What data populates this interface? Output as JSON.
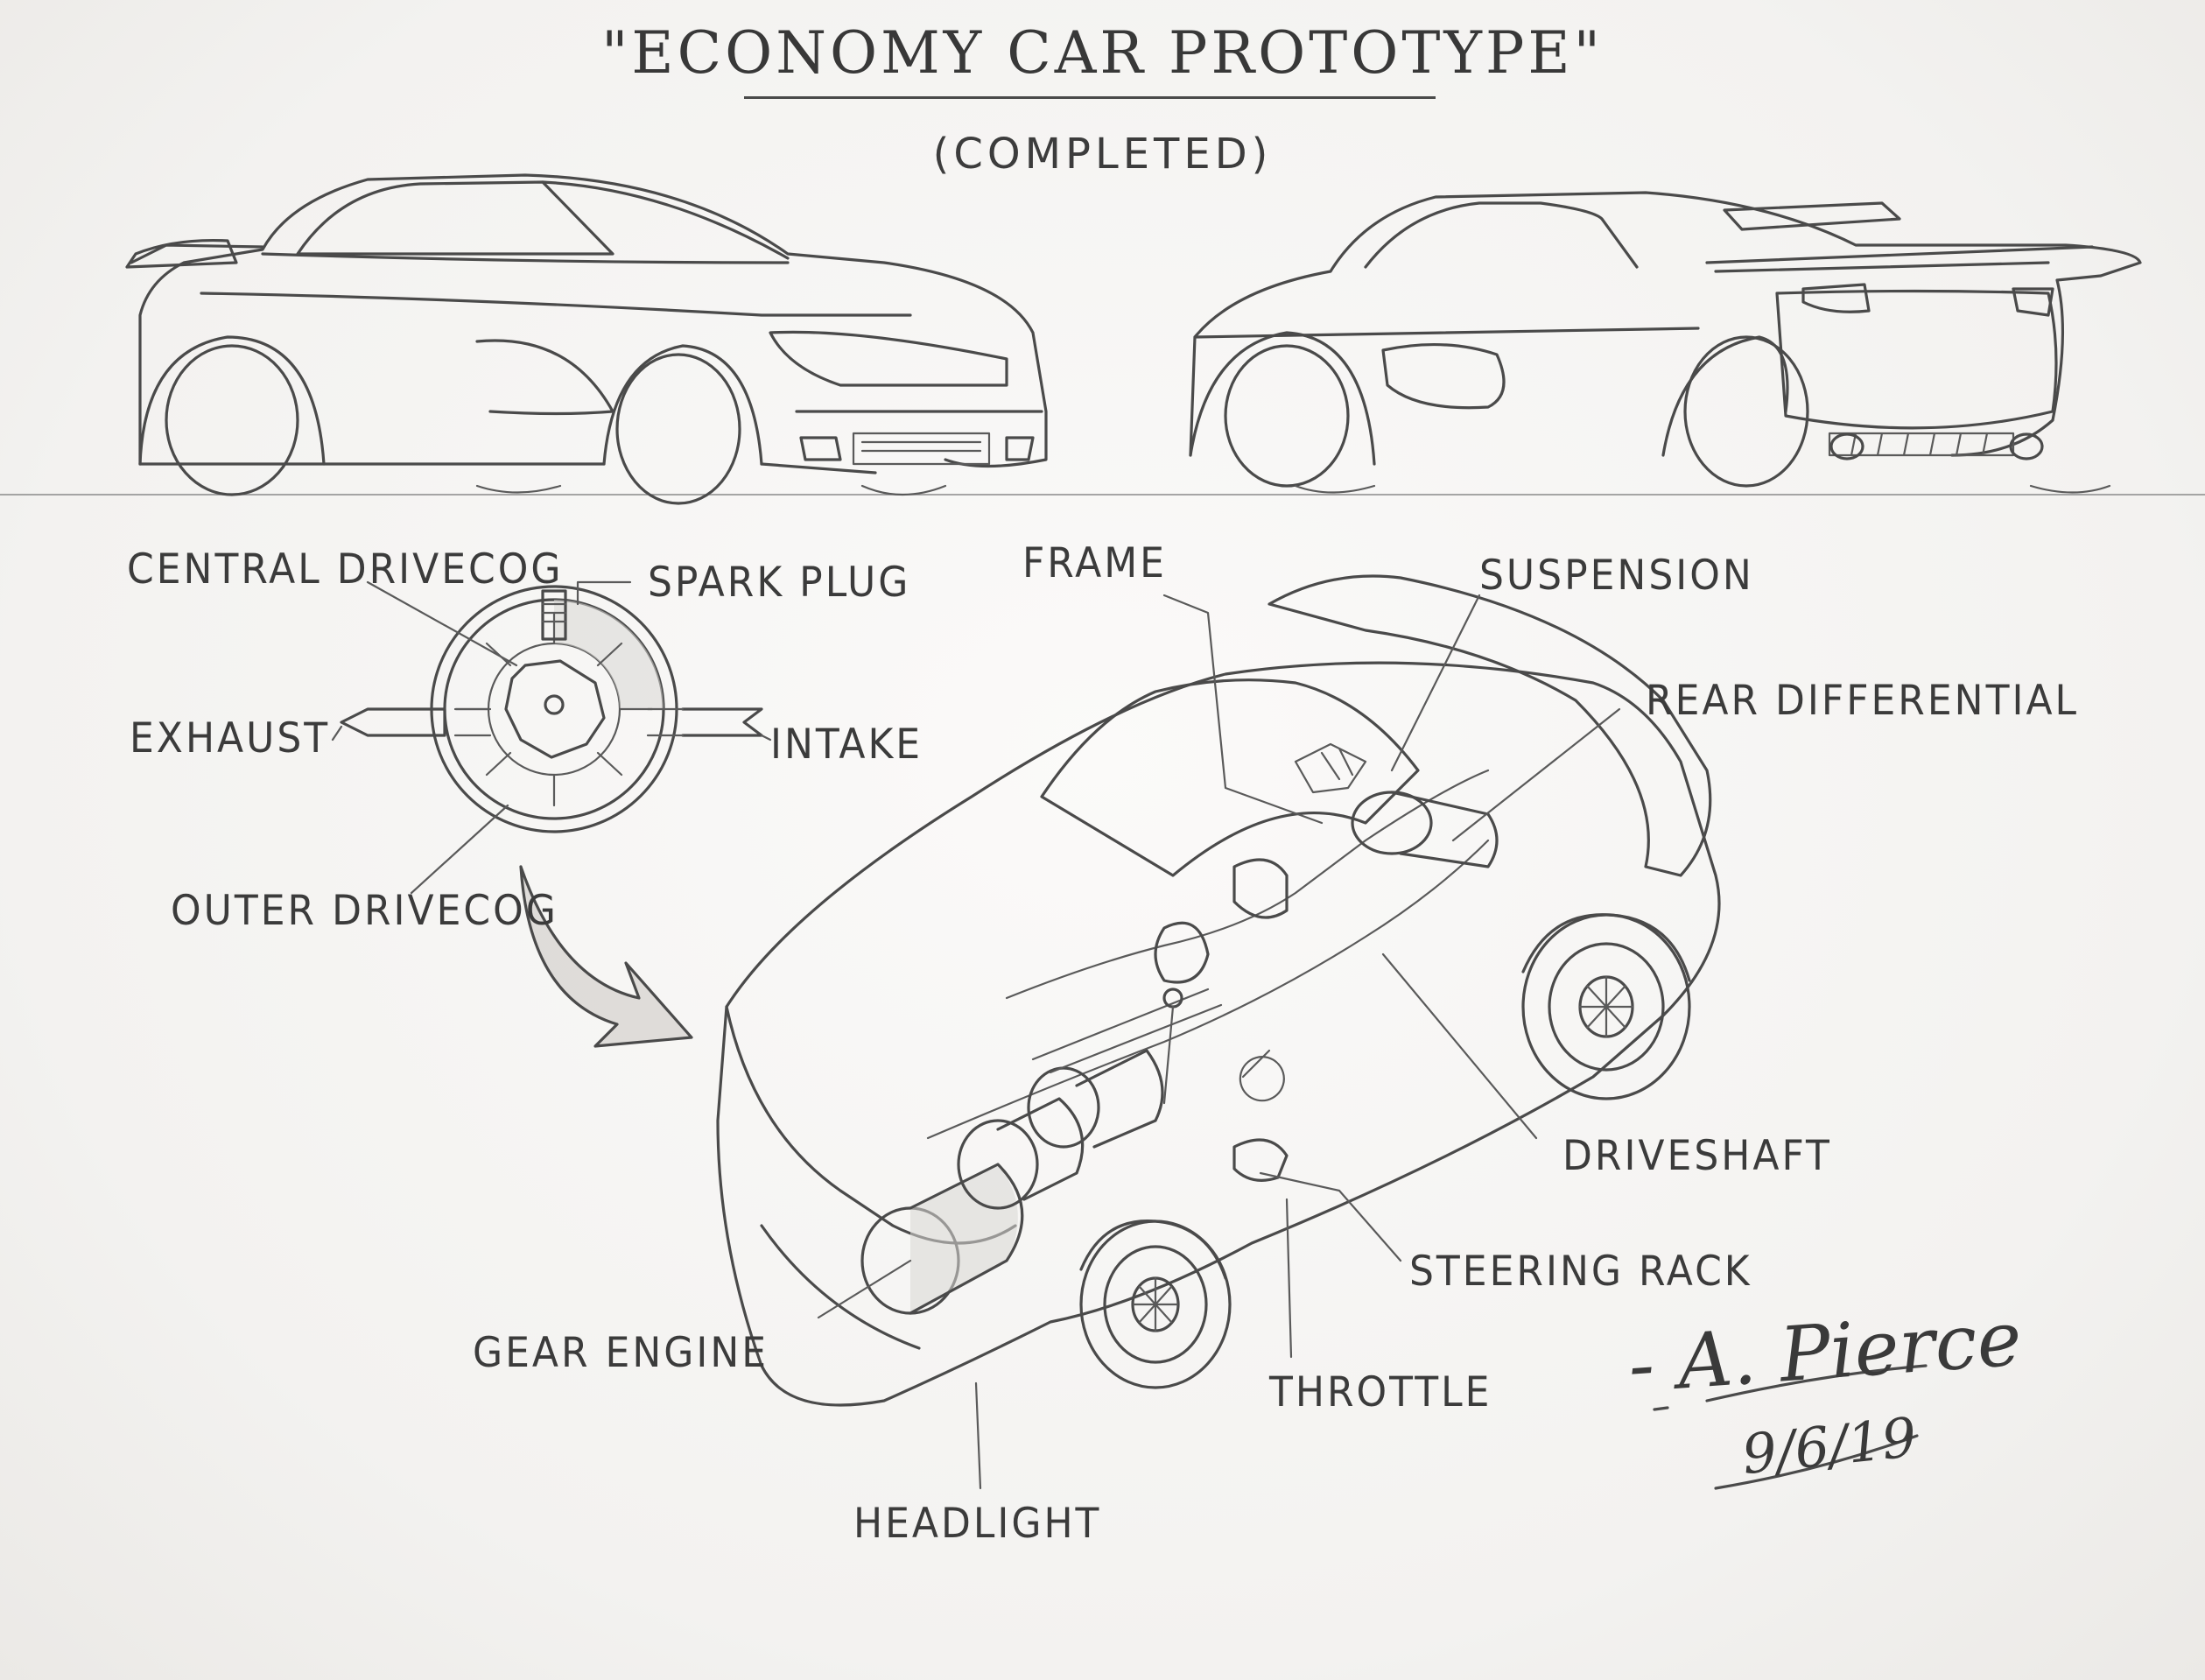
{
  "title": "\"ECONOMY CAR PROTOTYPE\"",
  "subtitle": "(COMPLETED)",
  "labels": {
    "central_drivecog": "CENTRAL DRIVECOG",
    "spark_plug": "SPARK PLUG",
    "exhaust": "EXHAUST",
    "intake": "INTAKE",
    "outer_drivecog": "OUTER DRIVECOG",
    "frame": "FRAME",
    "suspension": "SUSPENSION",
    "rear_differential": "REAR DIFFERENTIAL",
    "driveshaft": "DRIVESHAFT",
    "steering_rack": "STEERING RACK",
    "gear_engine": "GEAR ENGINE",
    "throttle": "THROTTLE",
    "headlight": "HEADLIGHT"
  },
  "signature": {
    "name": "- A. Pierce",
    "date": "9/6/19"
  }
}
